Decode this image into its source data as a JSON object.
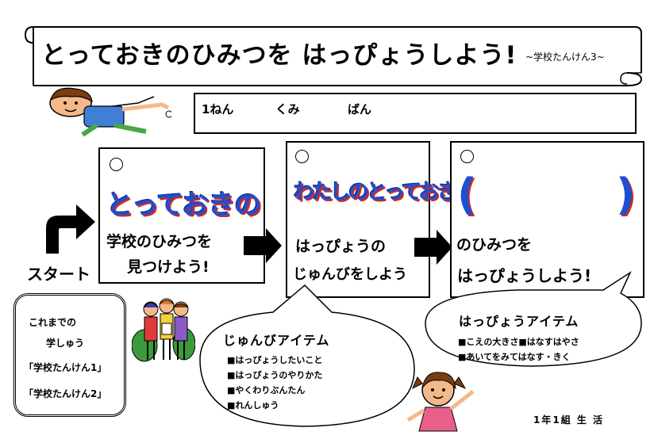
{
  "title": {
    "main": "とっておきのひみつを はっぴょうしよう!",
    "sub": "~学校たんけん3~"
  },
  "name_box": {
    "grade": "1ねん",
    "class": "くみ",
    "number": "ばん"
  },
  "start_label": "スタート",
  "card1": {
    "headline": "とっておきの",
    "line1": "学校のひみつを",
    "line2": "見つけよう!"
  },
  "card2": {
    "headline": "わたしのとっておき",
    "line1": "はっぴょうの",
    "line2": "じゅんびをしよう"
  },
  "card3": {
    "paren_open": "(",
    "paren_close": ")",
    "line1": "のひみつを",
    "line2": "はっぴょうしよう!"
  },
  "left_box": {
    "line1": "これまでの",
    "line2": "学しゅう",
    "item1": "「学校たんけん1」",
    "item2": "「学校たんけん2」"
  },
  "bubble_prep": {
    "title": "じゅんびアイテム",
    "items": [
      "■はっぴょうしたいこと",
      "■はっぴょうのやりかた",
      "■やくわりぶんたん",
      "■れんしゅう"
    ]
  },
  "bubble_present": {
    "title": "はっぴょうアイテム",
    "items": [
      "■こえの大きさ■はなすはやさ",
      "■あいてをみてはなす・きく"
    ]
  },
  "class_label": "1年1組 生 活",
  "colors": {
    "blue": "#1f4fd1",
    "red": "#d6261e"
  }
}
